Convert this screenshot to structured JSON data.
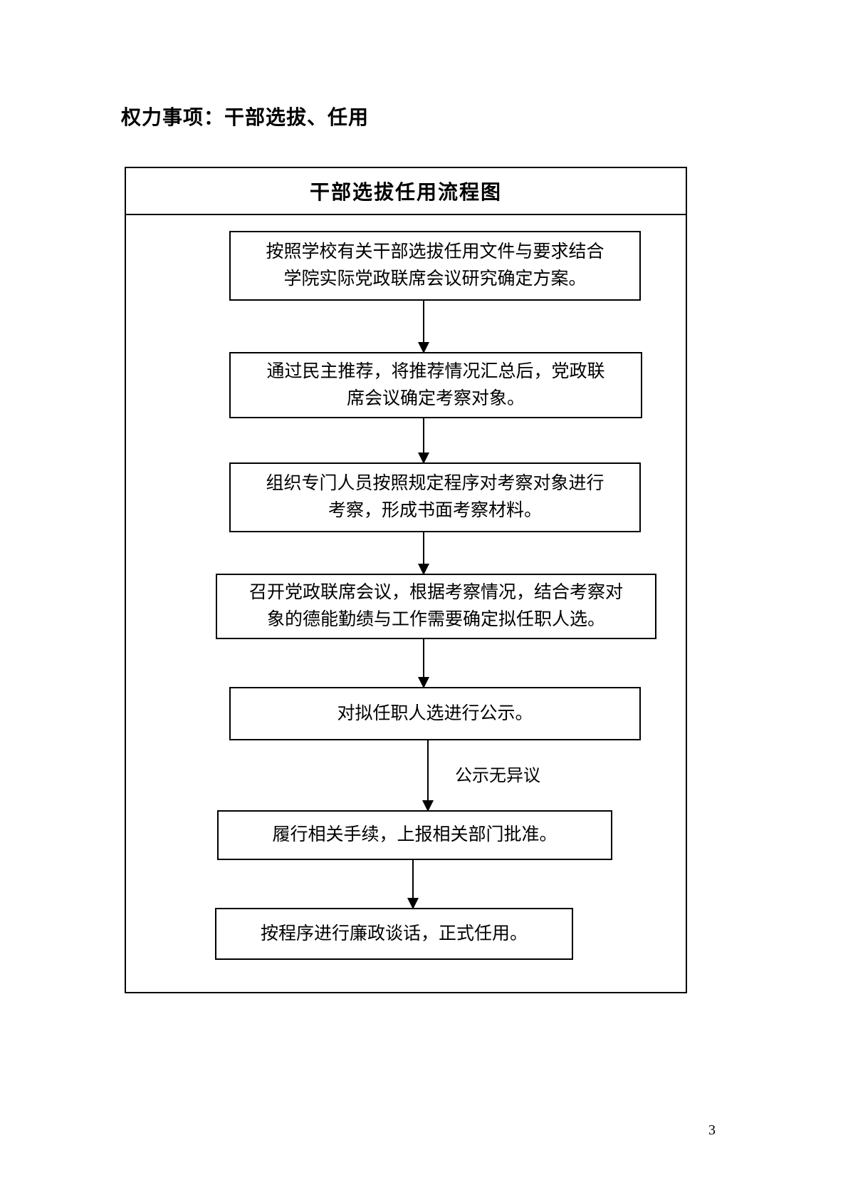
{
  "page": {
    "heading": "权力事项：干部选拔、任用",
    "page_number": "3"
  },
  "flowchart": {
    "title": "干部选拔任用流程图",
    "steps": [
      {
        "lines": [
          "按照学校有关干部选拔任用文件与要求结合",
          "学院实际党政联席会议研究确定方案。"
        ]
      },
      {
        "lines": [
          "通过民主推荐，将推荐情况汇总后，党政联",
          "席会议确定考察对象。"
        ]
      },
      {
        "lines": [
          "组织专门人员按照规定程序对考察对象进行",
          "考察，形成书面考察材料。"
        ]
      },
      {
        "lines": [
          "召开党政联席会议，根据考察情况，结合考察对",
          "象的德能勤绩与工作需要确定拟任职人选。"
        ]
      },
      {
        "lines": [
          "对拟任职人选进行公示。"
        ]
      },
      {
        "lines": [
          "履行相关手续，上报相关部门批准。"
        ]
      },
      {
        "lines": [
          "按程序进行廉政谈话，正式任用。"
        ]
      }
    ],
    "arrow_label": "公示无异议"
  },
  "colors": {
    "background": "#ffffff",
    "border": "#000000",
    "text": "#000000"
  }
}
